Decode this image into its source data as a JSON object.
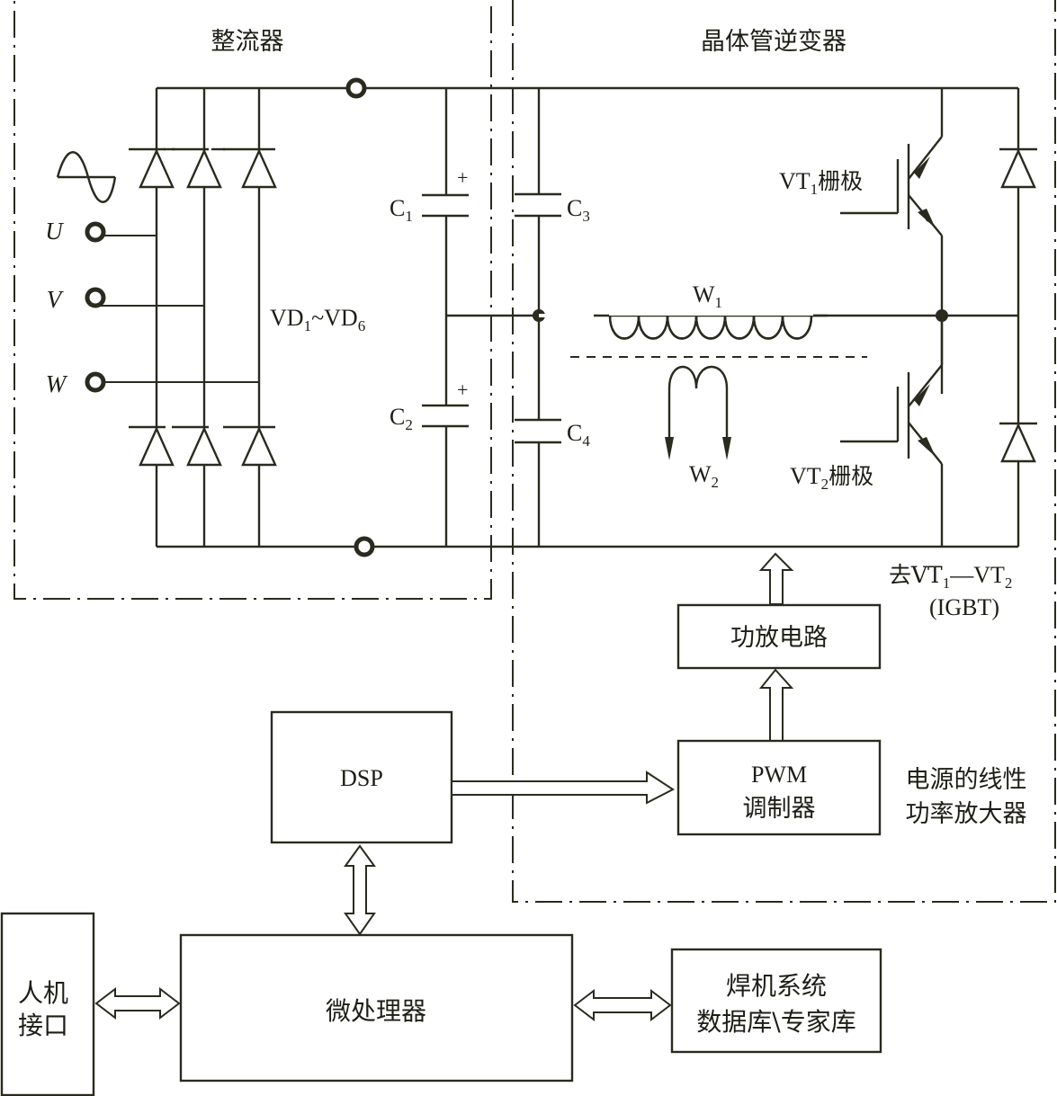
{
  "rectifier": {
    "title": "整流器",
    "phases": [
      "U",
      "V",
      "W"
    ],
    "diode_label_main": "VD",
    "diode_label_sub1": "1",
    "diode_label_sep": "~VD",
    "diode_label_sub2": "6",
    "c1": {
      "name": "C",
      "sub": "1",
      "polarity": "+"
    },
    "c2": {
      "name": "C",
      "sub": "2",
      "polarity": "+"
    }
  },
  "inverter": {
    "title": "晶体管逆变器",
    "c3": {
      "name": "C",
      "sub": "3"
    },
    "c4": {
      "name": "C",
      "sub": "4"
    },
    "w1": {
      "name": "W",
      "sub": "1"
    },
    "w2": {
      "name": "W",
      "sub": "2"
    },
    "vt1": {
      "name": "VT",
      "sub": "1",
      "suffix": "栅极"
    },
    "vt2": {
      "name": "VT",
      "sub": "2",
      "suffix": "栅极"
    },
    "to_igbt": {
      "prefix": "去VT",
      "sub1": "1",
      "mid": "—VT",
      "sub2": "2",
      "line2": "(IGBT)"
    },
    "power_amp": "功放电路",
    "pwm_line1": "PWM",
    "pwm_line2": "调制器",
    "linear_amp_line1": "电源的线性",
    "linear_amp_line2": "功率放大器"
  },
  "control": {
    "dsp": "DSP",
    "mcu": "微处理器",
    "hmi_line1": "人机",
    "hmi_line2": "接口",
    "db_line1": "焊机系统",
    "db_line2": "数据库\\专家库"
  }
}
